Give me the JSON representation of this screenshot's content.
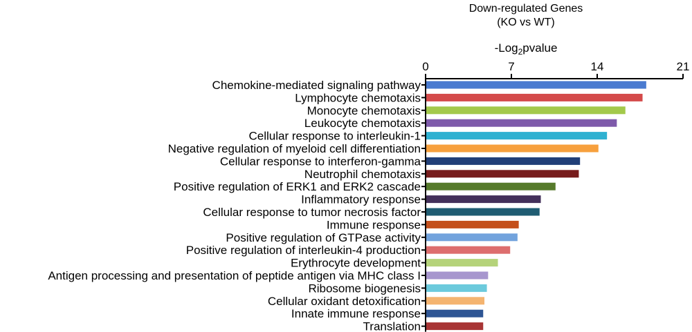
{
  "chart_data": {
    "type": "bar",
    "orientation": "horizontal",
    "title_lines": [
      "Down-regulated Genes",
      "(KO vs WT)"
    ],
    "xlabel": {
      "prefix": "-Log",
      "subscript": "2",
      "suffix": "pvalue"
    },
    "ylabel": "",
    "xlim": [
      0,
      21
    ],
    "x_ticks": [
      0,
      7,
      14,
      21
    ],
    "x_axis_position": "top",
    "grid": false,
    "legend": "none",
    "categories": [
      "Chemokine-mediated signaling pathway",
      "Lymphocyte chemotaxis",
      "Monocyte chemotaxis",
      "Leukocyte chemotaxis",
      "Cellular response to interleukin-1",
      "Negative regulation of myeloid cell differentiation",
      "Cellular response to interferon-gamma",
      "Neutrophil chemotaxis",
      "Positive regulation of ERK1 and ERK2 cascade",
      "Inflammatory response",
      "Cellular response to tumor necrosis factor",
      "Immune response",
      "Positive regulation of GTPase activity",
      "Positive regulation of interleukin-4 production",
      "Erythrocyte development",
      "Antigen processing and presentation of peptide antigen via MHC class I",
      "Ribosome biogenesis",
      "Cellular oxidant detoxification",
      "Innate immune response",
      "Translation"
    ],
    "values": [
      18.0,
      17.7,
      16.3,
      15.6,
      14.8,
      14.1,
      12.6,
      12.5,
      10.6,
      9.4,
      9.3,
      7.6,
      7.5,
      6.9,
      5.9,
      5.1,
      5.0,
      4.8,
      4.7,
      4.7
    ],
    "colors": [
      "#4a7bd0",
      "#d44a4a",
      "#a3c94b",
      "#7e5aaa",
      "#2eb1d1",
      "#f7a03d",
      "#213f78",
      "#771c1c",
      "#567a2b",
      "#43305a",
      "#1f5c72",
      "#c4501c",
      "#72a3dd",
      "#dd6e6e",
      "#b5d37a",
      "#a796ce",
      "#6ccadc",
      "#f4b470",
      "#2e5594",
      "#a83535"
    ]
  }
}
